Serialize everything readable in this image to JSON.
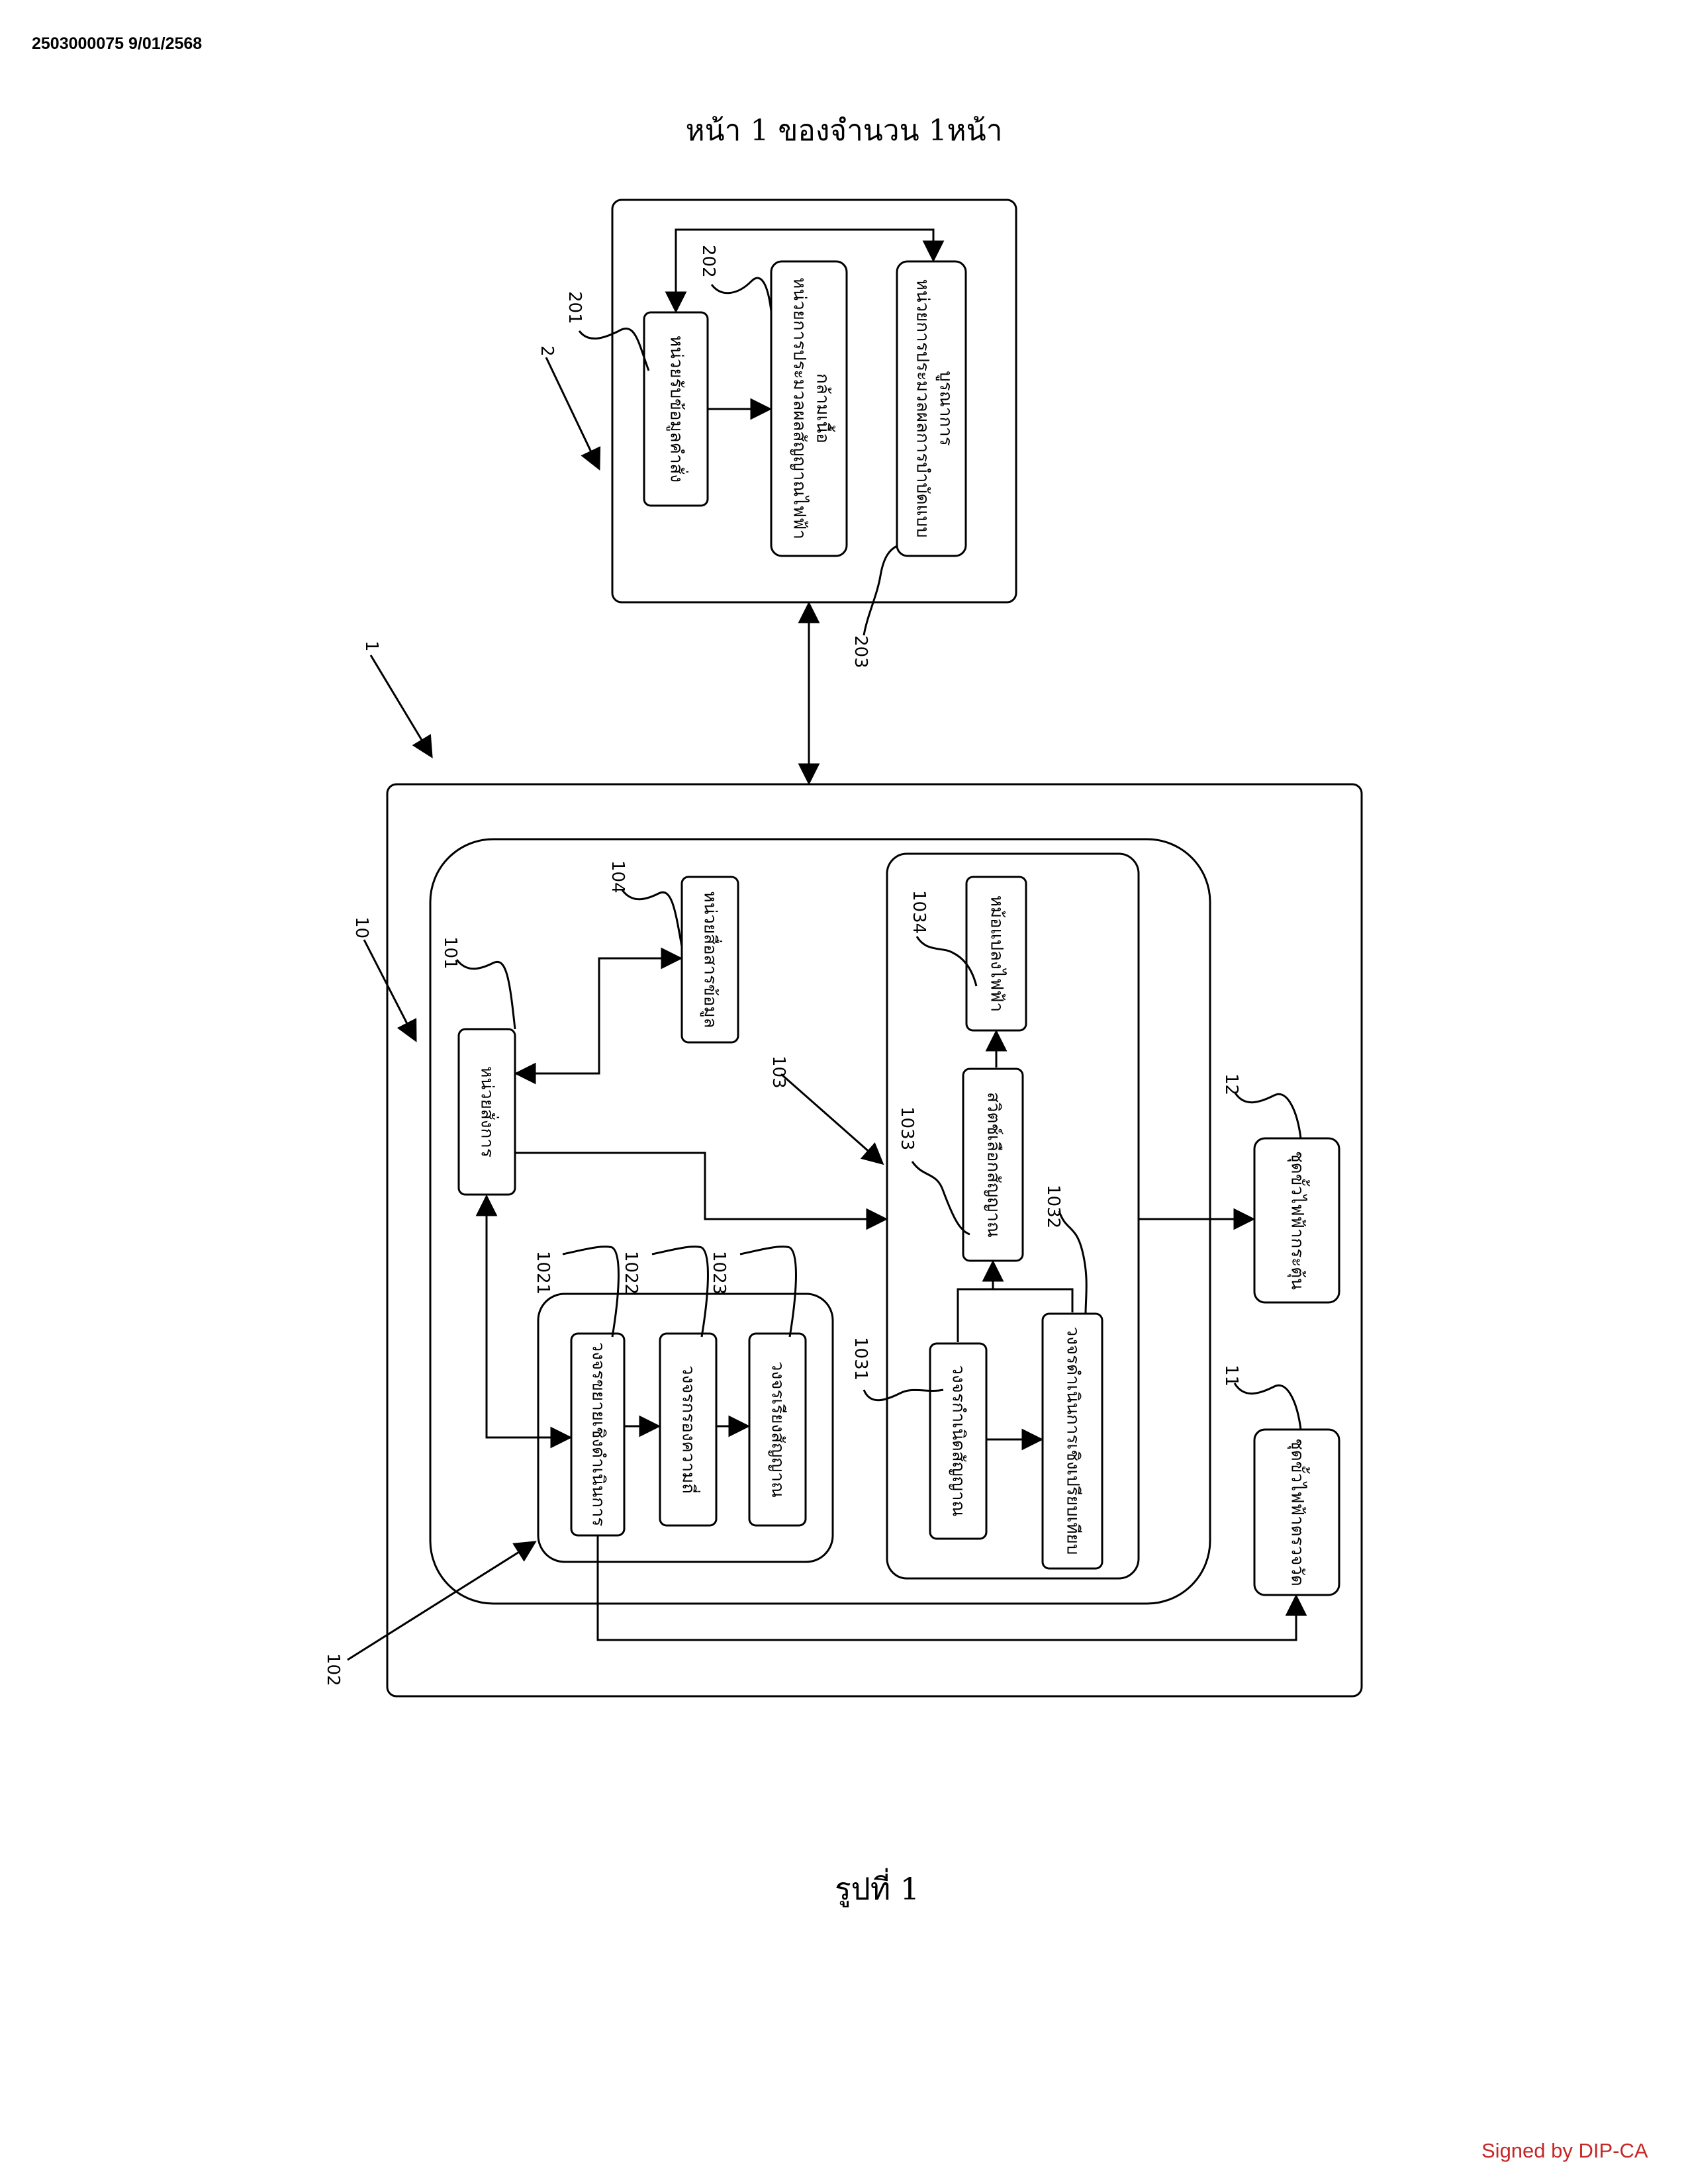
{
  "header": {
    "doc_id": "2503000075 9/01/2568",
    "page_title": "หน้า 1 ของจำนวน 1หน้า"
  },
  "caption": "รูปที่ 1",
  "signature": "Signed by DIP-CA",
  "diagram": {
    "blocks": {
      "b201": "หน่วยรับข้อมูลคำสั่ง",
      "b202_l1": "หน่วยการประมวลผลสัญญาณไฟฟ้า",
      "b202_l2": "กล้ามเนื้อ",
      "b203_l1": "หน่วยการประมวลผลการบำบัดแบบ",
      "b203_l2": "บูรณาการ",
      "b101": "หน่วยสั่งการ",
      "b104": "หน่วยสื่อสารข้อมูล",
      "b1021": "วงจรขยายเชิงดำเนินการ",
      "b1022": "วงจรกรองความถี่",
      "b1023": "วงจรเรียงสัญญาณ",
      "b1031": "วงจรกำเนิดสัญญาณ",
      "b1032": "วงจรดำเนินการเชิงเปรียบเทียบ",
      "b1033": "สวิตช์เลือกสัญญาณ",
      "b1034": "หม้อแปลงไฟฟ้า",
      "b12": "ชุดขั้วไฟฟ้ากระตุ้น",
      "b11": "ชุดขั้วไฟฟ้าตรวจวัด"
    },
    "refs": {
      "r1": "1",
      "r2": "2",
      "r10": "10",
      "r11": "11",
      "r12": "12",
      "r101": "101",
      "r102": "102",
      "r103": "103",
      "r104": "104",
      "r201": "201",
      "r202": "202",
      "r203": "203",
      "r1021": "1021",
      "r1022": "1022",
      "r1023": "1023",
      "r1031": "1031",
      "r1032": "1032",
      "r1033": "1033",
      "r1034": "1034"
    }
  }
}
